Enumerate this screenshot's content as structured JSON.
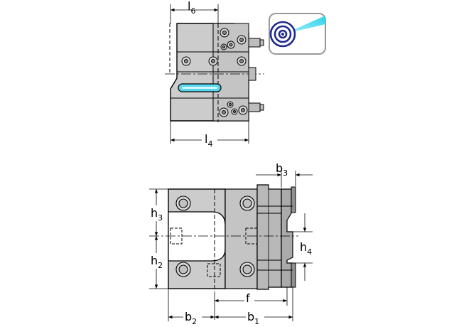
{
  "dimensions": {
    "l6": {
      "main": "l",
      "sub": "6"
    },
    "l4": {
      "main": "l",
      "sub": "4"
    },
    "b3": {
      "main": "b",
      "sub": "3"
    },
    "h3": {
      "main": "h",
      "sub": "3"
    },
    "h2": {
      "main": "h",
      "sub": "2"
    },
    "h4": {
      "main": "h",
      "sub": "4"
    },
    "f": {
      "main": "f",
      "sub": ""
    },
    "b2": {
      "main": "b",
      "sub": "2"
    },
    "b1": {
      "main": "b",
      "sub": "1"
    }
  },
  "colors": {
    "body_fill": "#cccccc",
    "body_dark": "#b4b4b4",
    "outline": "#000000",
    "coolant_slot": "#55d8ef",
    "target_ring": "#1f2a8c",
    "target_jet": "#2fd3ea",
    "icon_frame": "#9a9a9a"
  },
  "icons": [
    "coolant-target-icon"
  ]
}
